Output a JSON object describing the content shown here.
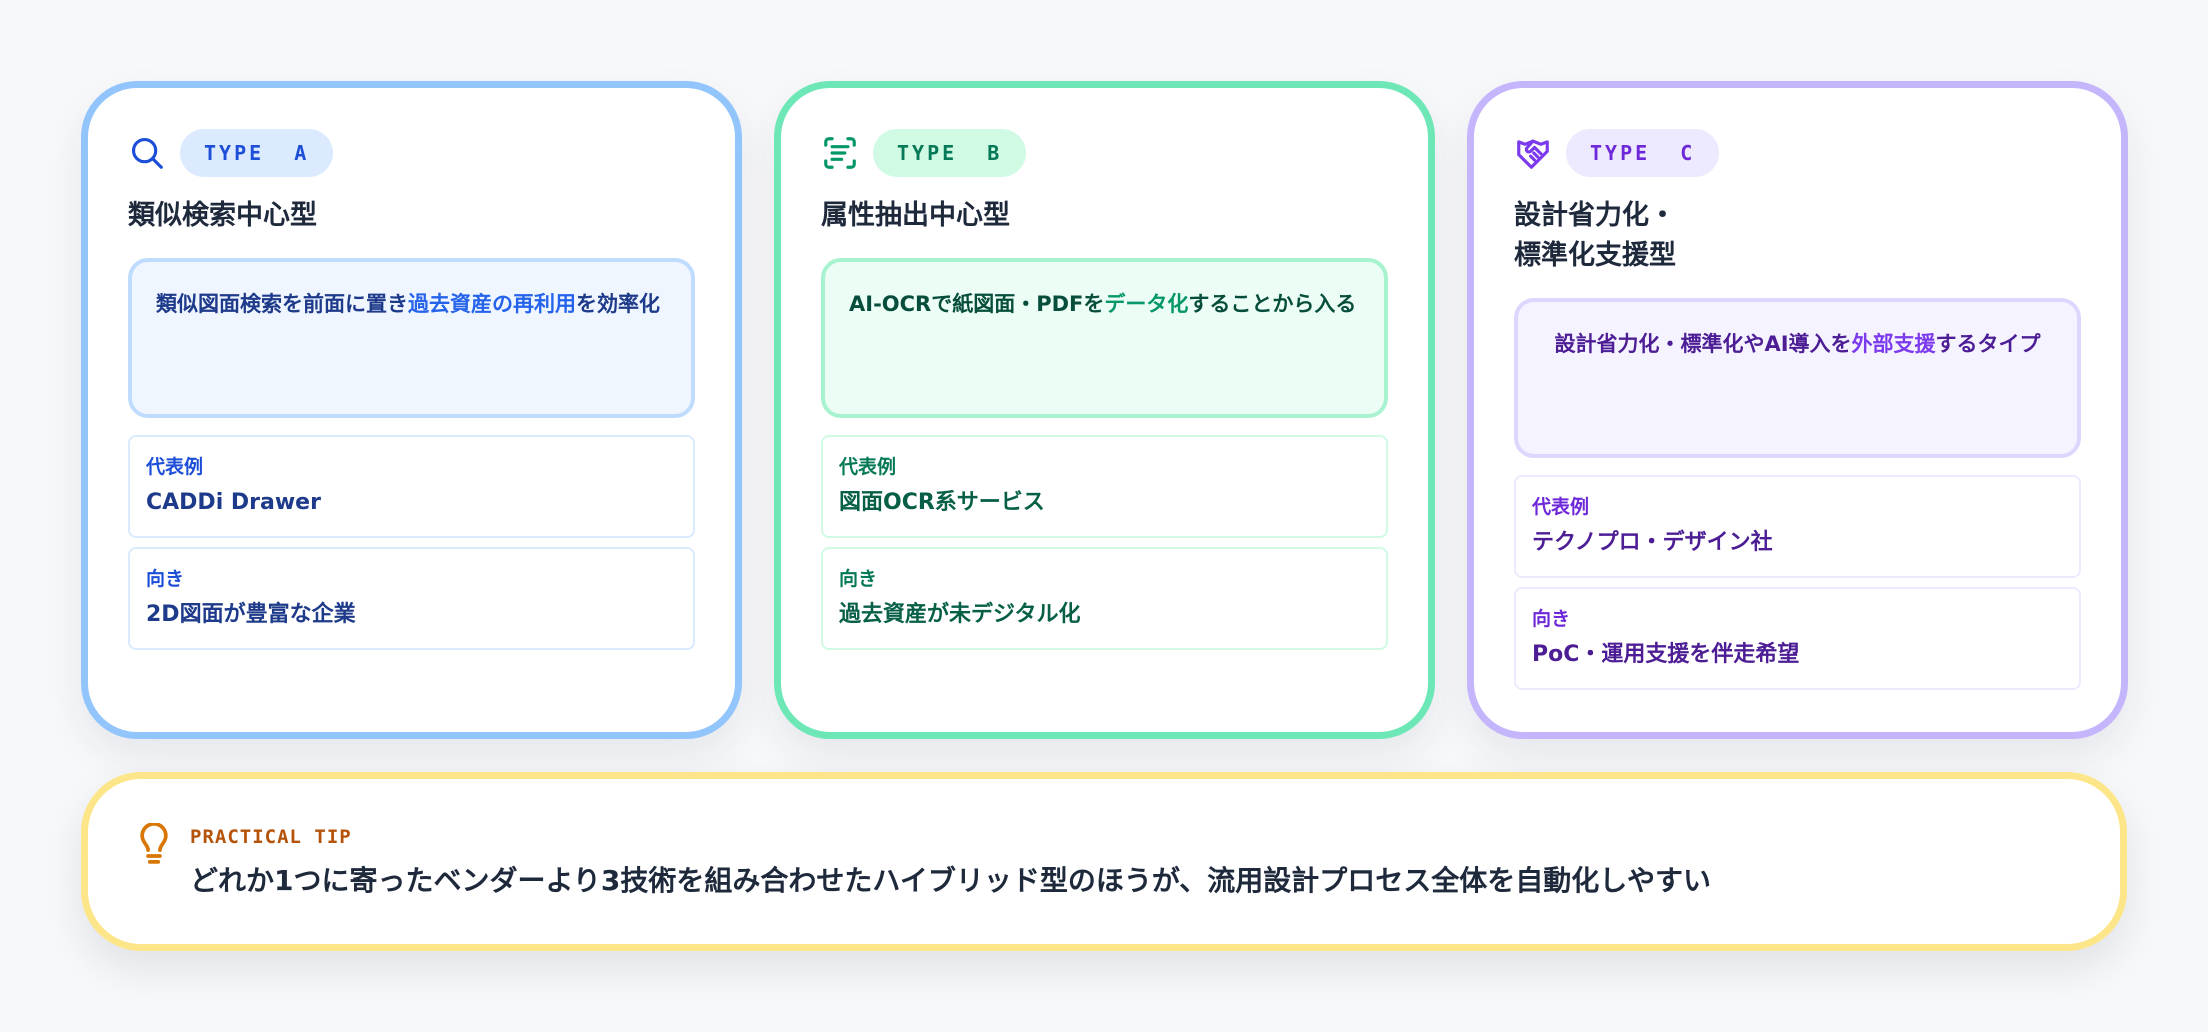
{
  "cards": [
    {
      "id": "a",
      "icon": "search-icon",
      "badge": "TYPE  A",
      "title": "類似検索中心型",
      "summary": {
        "before": "類似図面検索を前面に置き",
        "highlight": "過去資産の再利用",
        "after": "を効率化"
      },
      "example_label": "代表例",
      "example_value": "CADDi Drawer",
      "fit_label": "向き",
      "fit_value": "2D図面が豊富な企業",
      "colors": {
        "border": "#93c5fd",
        "accent": "#1d4ed8",
        "highlight": "#2563eb"
      }
    },
    {
      "id": "b",
      "icon": "scan-text-icon",
      "badge": "TYPE  B",
      "title": "属性抽出中心型",
      "summary": {
        "before": "AI-OCRで紙図面・PDFを",
        "highlight": "データ化",
        "after": "することから入る"
      },
      "example_label": "代表例",
      "example_value": "図面OCR系サービス",
      "fit_label": "向き",
      "fit_value": "過去資産が未デジタル化",
      "colors": {
        "border": "#6ee7b7",
        "accent": "#047857",
        "highlight": "#059669"
      }
    },
    {
      "id": "c",
      "icon": "handshake-icon",
      "badge": "TYPE  C",
      "title": "設計省力化・\n標準化支援型",
      "summary": {
        "before": "設計省力化・標準化やAI導入を",
        "highlight": "外部支援",
        "after": "するタイプ"
      },
      "example_label": "代表例",
      "example_value": "テクノプロ・デザイン社",
      "fit_label": "向き",
      "fit_value": "PoC・運用支援を伴走希望",
      "colors": {
        "border": "#c4b5fd",
        "accent": "#6d28d9",
        "highlight": "#7c3aed"
      }
    }
  ],
  "tip": {
    "icon": "lightbulb-icon",
    "label": "PRACTICAL TIP",
    "text": "どれか1つに寄ったベンダーより3技術を組み合わせたハイブリッド型のほうが、流用設計プロセス全体を自動化しやすい",
    "colors": {
      "border": "#fde68a",
      "label": "#b45309"
    }
  }
}
